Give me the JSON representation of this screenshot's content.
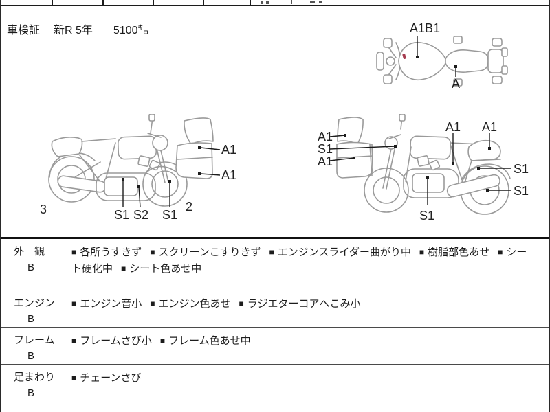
{
  "vehicle_info": {
    "doc_label": "車検証",
    "registration": "新R 5年",
    "mileage": "5100㌔"
  },
  "diagrams": {
    "top_view": {
      "label_tank": "A1B1",
      "label_seat": "A"
    },
    "side_view_facing_right": {
      "num_rear": "3",
      "num_front": "2",
      "label_engine": "S1",
      "label_crashbar": "S2",
      "label_fork": "S1",
      "cowl_label_upper": "A1",
      "cowl_label_lower": "A1"
    },
    "side_view_facing_left": {
      "cowl_label_upper": "A1",
      "label_headlight": "S1",
      "cowl_label_lower": "A1",
      "label_tank": "A1",
      "label_tail": "A1",
      "label_shock": "S1",
      "label_rear_wheel": "S1",
      "label_engine": "S1"
    }
  },
  "condition_table": {
    "bullet": "■",
    "rows": [
      {
        "category": "外　観",
        "grade": "B",
        "items": [
          "各所うすきず",
          "スクリーンこすりきず",
          "エンジンスライダー曲がり中",
          "樹脂部色あせ",
          "シート硬化中",
          "シート色あせ中"
        ]
      },
      {
        "category": "エンジン",
        "grade": "B",
        "items": [
          "エンジン音小",
          "エンジン色あせ",
          "ラジエターコアへこみ小"
        ]
      },
      {
        "category": "フレーム",
        "grade": "B",
        "items": [
          "フレームさび小",
          "フレーム色あせ中"
        ]
      },
      {
        "category": "足まわり",
        "grade": "B",
        "items": [
          "チェーンさび"
        ]
      }
    ]
  },
  "colors": {
    "line_art": "#9a9a9a",
    "border": "#1c1c1c",
    "paint_mark_red": "#a63c50"
  }
}
